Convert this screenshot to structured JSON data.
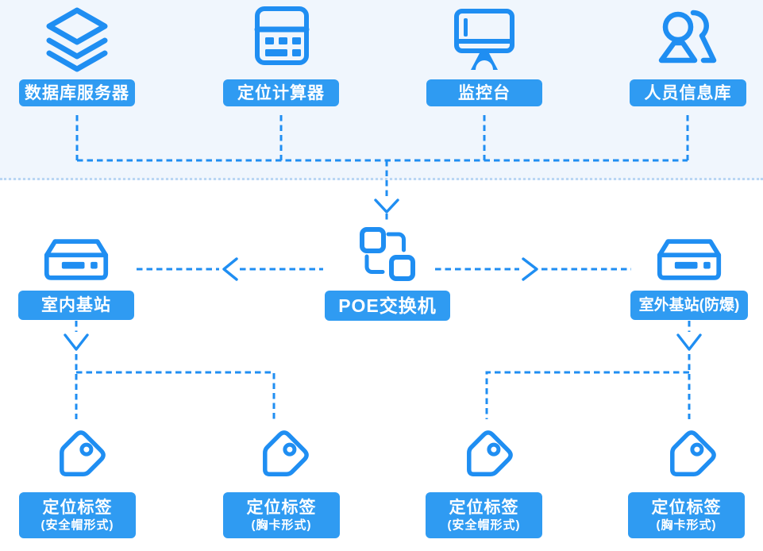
{
  "colors": {
    "accent": "#1f8ef2",
    "label_bg": "#2f9bf2",
    "label_text": "#ffffff",
    "top_panel_bg": "#f0f6fd",
    "divider_dots": "#b9d6f3"
  },
  "top_nodes": [
    {
      "icon": "database-stack-icon",
      "label": "数据库服务器"
    },
    {
      "icon": "calculator-icon",
      "label": "定位计算器"
    },
    {
      "icon": "monitor-icon",
      "label": "监控台"
    },
    {
      "icon": "people-icon",
      "label": "人员信息库"
    }
  ],
  "switch_node": {
    "icon": "network-switch-icon",
    "label": "POE交换机"
  },
  "station_nodes": [
    {
      "icon": "base-station-icon",
      "label": "室内基站"
    },
    {
      "icon": "base-station-icon",
      "label": "室外基站(防爆)"
    }
  ],
  "tag_nodes": [
    {
      "icon": "tag-icon",
      "title": "定位标签",
      "subtitle": "(安全帽形式)"
    },
    {
      "icon": "tag-icon",
      "title": "定位标签",
      "subtitle": "(胸卡形式)"
    },
    {
      "icon": "tag-icon",
      "title": "定位标签",
      "subtitle": "(安全帽形式)"
    },
    {
      "icon": "tag-icon",
      "title": "定位标签",
      "subtitle": "(胸卡形式)"
    }
  ]
}
